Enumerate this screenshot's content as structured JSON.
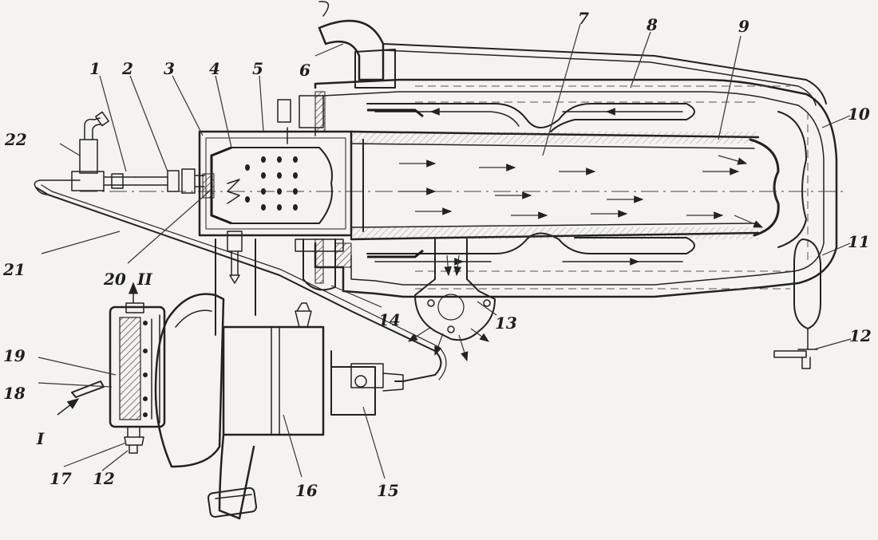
{
  "labels": {
    "l1": "1",
    "l2": "2",
    "l3": "3",
    "l4": "4",
    "l5": "5",
    "l6": "6",
    "l7": "7",
    "l8": "8",
    "l9": "9",
    "l10": "10",
    "l11": "11",
    "l12a": "12",
    "l12b": "12",
    "l13": "13",
    "l14": "14",
    "l15": "15",
    "l16": "16",
    "l17": "17",
    "l18": "18",
    "l19": "19",
    "l20": "20",
    "l21": "21",
    "l22": "22",
    "lI": "I",
    "lII": "II"
  }
}
